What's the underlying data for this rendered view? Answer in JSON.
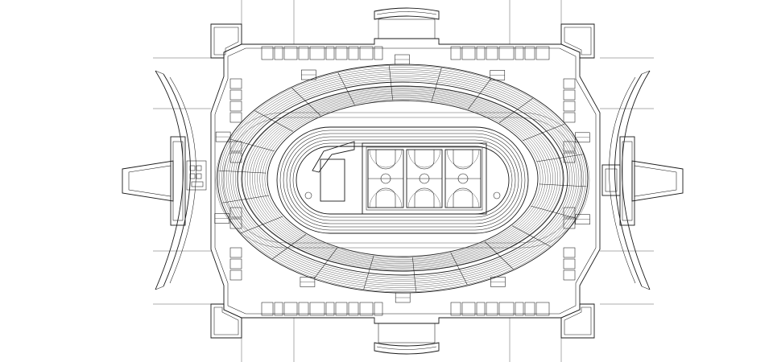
{
  "drawing": {
    "subject": "stadium-floor-plan",
    "line_color": "#1a1a1a",
    "background_color": "#ffffff",
    "seating_rows_inner_ring": 10,
    "seating_rows_outer_ring": 8,
    "track_lanes": 6,
    "basketball_courts": 3
  }
}
